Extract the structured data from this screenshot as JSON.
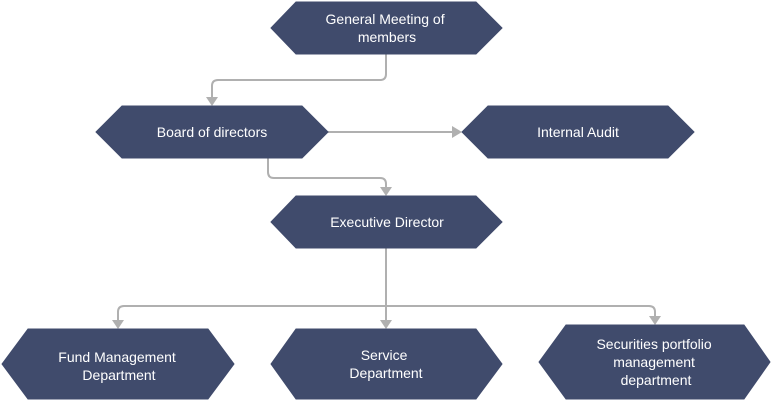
{
  "diagram": {
    "type": "organization-chart",
    "colors": {
      "node_fill": "#404b6c",
      "node_text": "#ffffff",
      "connector": "#b0b0b0",
      "background": "#ffffff"
    },
    "nodes": {
      "general_meeting": {
        "lines": [
          "General Meeting of",
          "members"
        ]
      },
      "board": {
        "lines": [
          "Board of directors"
        ]
      },
      "internal_audit": {
        "lines": [
          "Internal Audit"
        ]
      },
      "executive_director": {
        "lines": [
          "Executive Director"
        ]
      },
      "fund_management": {
        "lines": [
          "Fund Management",
          "Department"
        ]
      },
      "service": {
        "lines": [
          "Service",
          "Department"
        ]
      },
      "securities_portfolio": {
        "lines": [
          "Securities portfolio",
          "management",
          "department"
        ]
      }
    },
    "edges": [
      {
        "from": "general_meeting",
        "to": "board"
      },
      {
        "from": "board",
        "to": "internal_audit"
      },
      {
        "from": "board",
        "to": "executive_director"
      },
      {
        "from": "executive_director",
        "to": "fund_management"
      },
      {
        "from": "executive_director",
        "to": "service"
      },
      {
        "from": "executive_director",
        "to": "securities_portfolio"
      }
    ]
  }
}
